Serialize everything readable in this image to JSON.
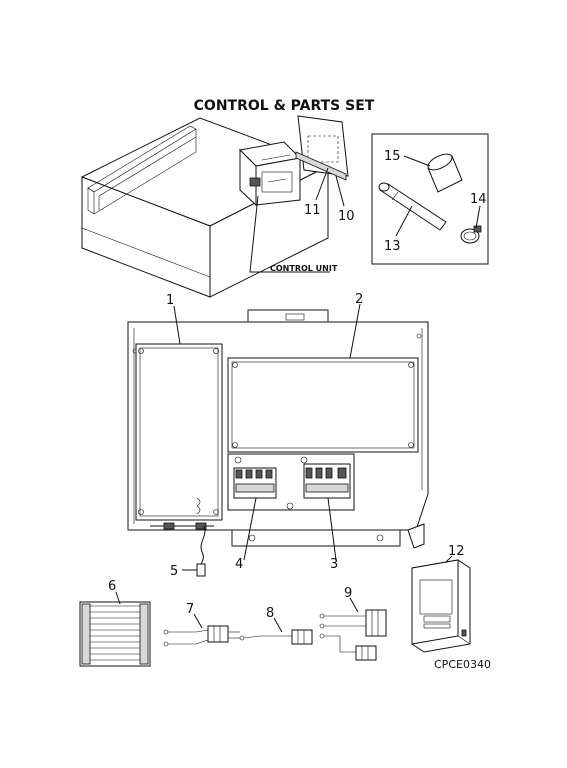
{
  "title": "CONTROL & PARTS SET",
  "control_unit_label": "CONTROL UNIT",
  "part_code": "CPCE0340",
  "callouts": {
    "n1": "1",
    "n2": "2",
    "n3": "3",
    "n4": "4",
    "n5": "5",
    "n6": "6",
    "n7": "7",
    "n8": "8",
    "n9": "9",
    "n10": "10",
    "n11": "11",
    "n12": "12",
    "n13": "13",
    "n14": "14",
    "n15": "15"
  }
}
